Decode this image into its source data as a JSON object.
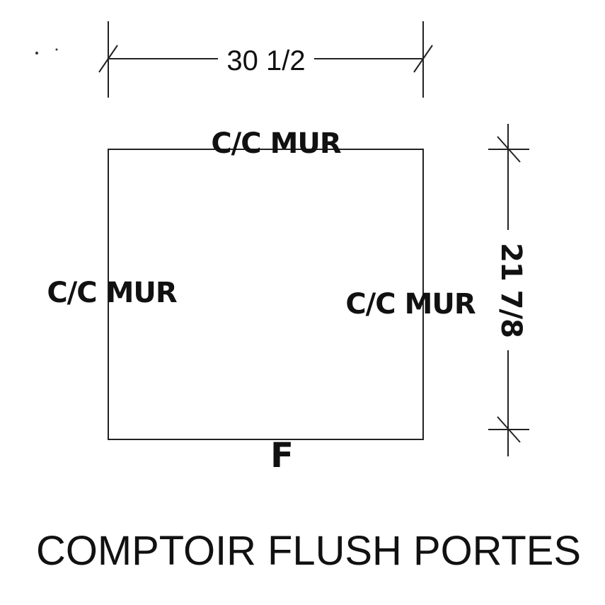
{
  "drawing": {
    "width_dimension": "30 1/2",
    "height_dimension": "21 7/8",
    "top_label": "C/C MUR",
    "left_label": "C/C MUR",
    "right_label": "C/C MUR",
    "bottom_label": "F",
    "title": "COMPTOIR FLUSH PORTES"
  }
}
